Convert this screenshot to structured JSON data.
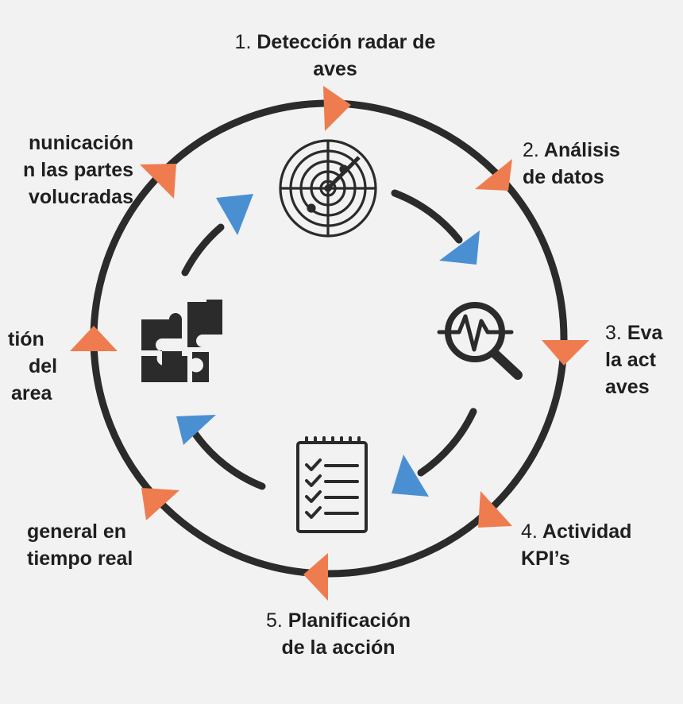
{
  "steps": [
    {
      "num": "1.",
      "line1": "Detección radar de",
      "line2": "aves"
    },
    {
      "num": "2.",
      "line1": "Análisis",
      "line2": "de datos"
    },
    {
      "num": "3.",
      "line1": "Eva",
      "line2": "la act",
      "line3": "aves"
    },
    {
      "num": "4.",
      "line1": "Actividad",
      "line2": "KPI’s"
    },
    {
      "num": "5.",
      "line1": "Planificación",
      "line2": "de la acción"
    },
    {
      "line1": "general en",
      "line2": "tiempo real"
    },
    {
      "line1": "tión",
      "line2": "del",
      "line3": "area"
    },
    {
      "line1": "nunicación",
      "line2": "n las partes",
      "line3": "volucradas"
    }
  ],
  "colors": {
    "ring": "#2b2b2b",
    "outer_arrow": "#ee7c4f",
    "inner_arrow": "#4b8fd3",
    "text": "#1f1f1f",
    "background": "#f2f2f2"
  },
  "icons": [
    "radar-icon",
    "chart-magnifier-icon",
    "checklist-icon",
    "puzzle-icon"
  ]
}
